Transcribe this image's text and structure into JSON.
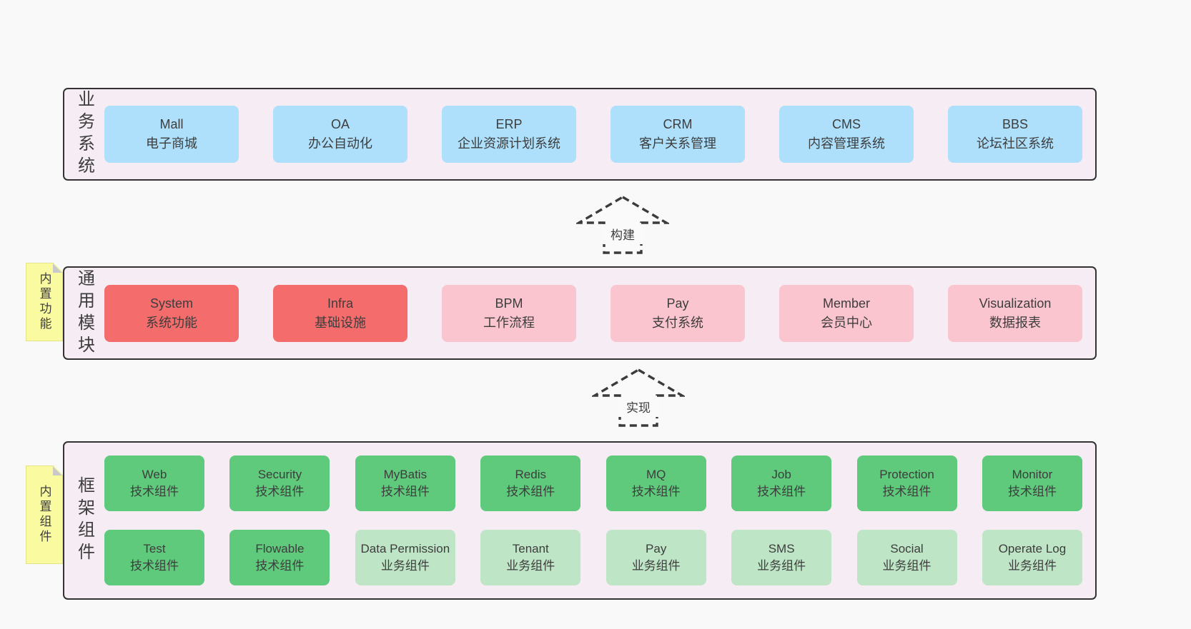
{
  "colors": {
    "page_bg": "#f9f9f9",
    "band_bg": "#f6ecf4",
    "band_border": "#333333",
    "blue_box": "#aee0fb",
    "red_box": "#f56c6c",
    "pink_box": "#fac5ce",
    "green_box": "#5fc97c",
    "light_green_box": "#bee5c5",
    "note_yellow": "#fafaa0",
    "text": "#3d3d3d"
  },
  "arrows": [
    {
      "label": "构建"
    },
    {
      "label": "实现"
    }
  ],
  "bands": [
    {
      "label": "业务系统",
      "rows": [
        [
          {
            "name": "Mall",
            "desc": "电子商城"
          },
          {
            "name": "OA",
            "desc": "办公自动化"
          },
          {
            "name": "ERP",
            "desc": "企业资源计划系统"
          },
          {
            "name": "CRM",
            "desc": "客户关系管理"
          },
          {
            "name": "CMS",
            "desc": "内容管理系统"
          },
          {
            "name": "BBS",
            "desc": "论坛社区系统"
          }
        ]
      ]
    },
    {
      "label": "通用模块",
      "note": "内置功能",
      "rows": [
        [
          {
            "name": "System",
            "desc": "系统功能"
          },
          {
            "name": "Infra",
            "desc": "基础设施"
          },
          {
            "name": "BPM",
            "desc": "工作流程"
          },
          {
            "name": "Pay",
            "desc": "支付系统"
          },
          {
            "name": "Member",
            "desc": "会员中心"
          },
          {
            "name": "Visualization",
            "desc": "数据报表"
          }
        ]
      ]
    },
    {
      "label": "框架组件",
      "note": "内置组件",
      "rows": [
        [
          {
            "name": "Web",
            "desc": "技术组件"
          },
          {
            "name": "Security",
            "desc": "技术组件"
          },
          {
            "name": "MyBatis",
            "desc": "技术组件"
          },
          {
            "name": "Redis",
            "desc": "技术组件"
          },
          {
            "name": "MQ",
            "desc": "技术组件"
          },
          {
            "name": "Job",
            "desc": "技术组件"
          },
          {
            "name": "Protection",
            "desc": "技术组件"
          },
          {
            "name": "Monitor",
            "desc": "技术组件"
          }
        ],
        [
          {
            "name": "Test",
            "desc": "技术组件"
          },
          {
            "name": "Flowable",
            "desc": "技术组件"
          },
          {
            "name": "Data Permission",
            "desc": "业务组件"
          },
          {
            "name": "Tenant",
            "desc": "业务组件"
          },
          {
            "name": "Pay",
            "desc": "业务组件"
          },
          {
            "name": "SMS",
            "desc": "业务组件"
          },
          {
            "name": "Social",
            "desc": "业务组件"
          },
          {
            "name": "Operate Log",
            "desc": "业务组件"
          }
        ]
      ]
    }
  ]
}
